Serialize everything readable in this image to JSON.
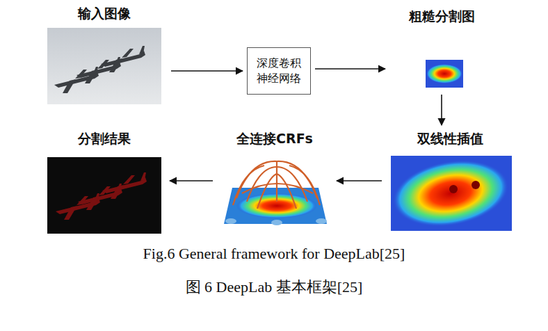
{
  "diagram": {
    "caption": "Fig.6 General framework for DeepLab[25]",
    "nodes": [
      {
        "text": [
          "输入图像"
        ]
      },
      {
        "text": [
          "深度卷积 神经网络"
        ]
      },
      {
        "text": [
          "粗糙分割图"
        ]
      },
      {
        "text": [
          "双线性插值"
        ]
      },
      {
        "text": [
          "全连接CRFs"
        ]
      },
      {
        "text": [
          "分割结果"
        ]
      }
    ],
    "edges": [
      {
        "from": 0,
        "to": 1,
        "arrow": "to"
      },
      {
        "from": 1,
        "to": 2,
        "arrow": "to"
      },
      {
        "from": 2,
        "to": 3,
        "arrow": "to"
      },
      {
        "from": 3,
        "to": 4,
        "arrow": "to"
      },
      {
        "from": 4,
        "to": 5,
        "arrow": "to"
      }
    ],
    "labels": [
      "图 6 DeepLab 基本框架[25]"
    ]
  }
}
